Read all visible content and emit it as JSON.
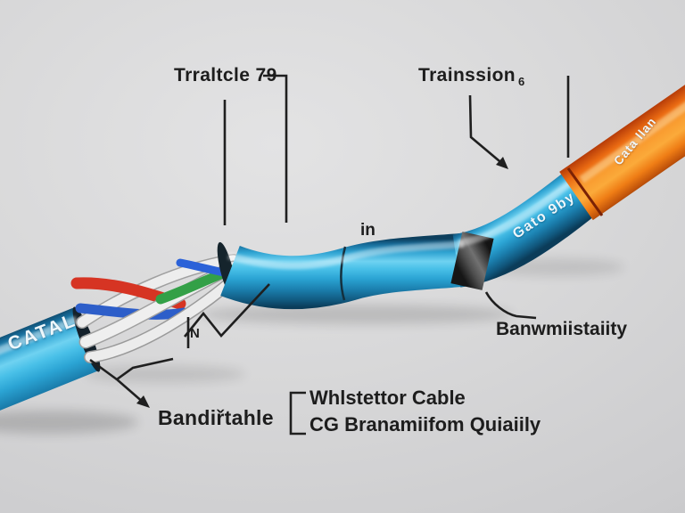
{
  "labels": {
    "top_left": "Trraltcle 79",
    "top_right": "Trainssion",
    "top_right_subscript": "6",
    "mid": "in",
    "wire_marker": "N",
    "bottom_left": "Bandiřtahle",
    "bottom_center_line1": "Whlstettor Cable",
    "bottom_center_line2": "CG Branamiifom Quiaiily",
    "right_side": "Banwmiistaiity"
  },
  "cable_texts": {
    "left_jacket": "CATAL",
    "blue_section": "Gato 9by",
    "orange_section": "Cata llan"
  },
  "colors": {
    "background": "#d6d6d7",
    "cable_blue": "#2fa3d2",
    "cable_blue_highlight": "#6fd2f1",
    "cable_orange": "#f9941f",
    "cable_orange_deep": "#c2520a",
    "band_gray": "#6f6f6f",
    "wire_white": "#eeeeee",
    "wire_red": "#d63423",
    "wire_blue": "#2d5ec9",
    "wire_green": "#33a047",
    "annotation": "#1d1d1d"
  }
}
